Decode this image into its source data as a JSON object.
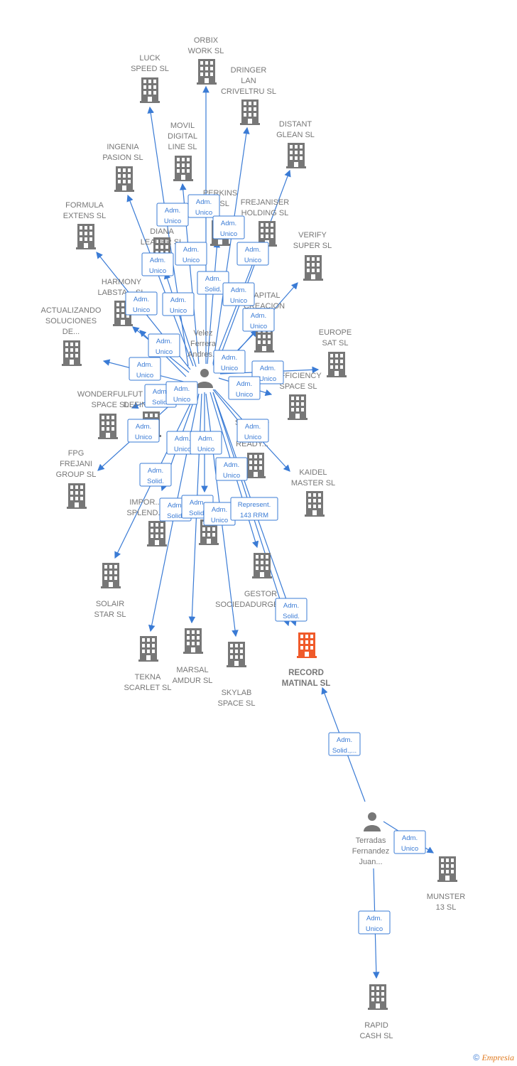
{
  "colors": {
    "edge": "#3a7bd5",
    "building": "#777777",
    "highlight": "#f05a2a",
    "person": "#777777"
  },
  "companies": [
    {
      "id": "luck",
      "lines": [
        "LUCK",
        "SPEED  SL"
      ]
    },
    {
      "id": "orbix",
      "lines": [
        "ORBIX",
        "WORK  SL"
      ]
    },
    {
      "id": "dringer",
      "lines": [
        "DRINGER",
        "LAN",
        "CRIVELTRU SL"
      ]
    },
    {
      "id": "distant",
      "lines": [
        "DISTANT",
        "GLEAN  SL"
      ]
    },
    {
      "id": "movil",
      "lines": [
        "MOVIL",
        "DIGITAL",
        "LINE SL"
      ]
    },
    {
      "id": "ingenia",
      "lines": [
        "INGENIA",
        "PASION  SL"
      ]
    },
    {
      "id": "perkins",
      "lines": [
        "PERKINS",
        "...  SL"
      ]
    },
    {
      "id": "frejaniser",
      "lines": [
        "FREJANISER",
        "HOLDING  SL"
      ]
    },
    {
      "id": "formula",
      "lines": [
        "FORMULA",
        "EXTENS  SL"
      ]
    },
    {
      "id": "diana",
      "lines": [
        "DIANA",
        "LEADER  SL"
      ]
    },
    {
      "id": "verify",
      "lines": [
        "VERIFY",
        "SUPER  SL"
      ]
    },
    {
      "id": "harmony",
      "lines": [
        "HARMONY",
        "LABSTA... SL"
      ]
    },
    {
      "id": "capital",
      "lines": [
        "CAPITAL",
        "CREACION"
      ]
    },
    {
      "id": "actualizando",
      "lines": [
        "ACTUALIZANDO",
        "SOLUCIONES",
        "DE..."
      ]
    },
    {
      "id": "europe",
      "lines": [
        "EUROPE",
        "SAT  SL"
      ]
    },
    {
      "id": "efficiency",
      "lines": [
        "EFFICIENCY",
        "SPACE  SL"
      ]
    },
    {
      "id": "wonderful",
      "lines": [
        "WONDERFULFUT",
        "SPACE  SL"
      ]
    },
    {
      "id": "defin",
      "lines": [
        "DEFIN..."
      ]
    },
    {
      "id": "ready",
      "lines": [
        "SOLIDAD",
        "U... ...E",
        "READY..."
      ]
    },
    {
      "id": "fpg",
      "lines": [
        "FPG",
        "FREJANI",
        "GROUP  SL"
      ]
    },
    {
      "id": "kaidel",
      "lines": [
        "KAIDEL",
        "MASTER  SL"
      ]
    },
    {
      "id": "import",
      "lines": [
        "IMPOR...",
        "SPLEND..."
      ]
    },
    {
      "id": "splend2",
      "lines": []
    },
    {
      "id": "solair",
      "lines": [
        "SOLAIR",
        "STAR  SL"
      ]
    },
    {
      "id": "gestor",
      "lines": [
        "GESTOR",
        "SOCIEDADURGENTE SL"
      ]
    },
    {
      "id": "tekna",
      "lines": [
        "TEKNA",
        "SCARLET  SL"
      ]
    },
    {
      "id": "marsal",
      "lines": [
        "MARSAL",
        "AMDUR  SL"
      ]
    },
    {
      "id": "skylab",
      "lines": [
        "SKYLAB",
        "SPACE  SL"
      ]
    },
    {
      "id": "record",
      "lines": [
        "RECORD",
        "MATINAL  SL"
      ],
      "highlight": true
    },
    {
      "id": "munster",
      "lines": [
        "MUNSTER",
        "13  SL"
      ]
    },
    {
      "id": "rapid",
      "lines": [
        "RAPID",
        "CASH SL"
      ]
    }
  ],
  "persons": [
    {
      "id": "velez",
      "lines": [
        "Velez",
        "Ferrera",
        "Andres..."
      ]
    },
    {
      "id": "terradas",
      "lines": [
        "Terradas",
        "Fernandez",
        "Juan..."
      ]
    }
  ],
  "edges": [
    {
      "from": "velez",
      "to": "luck",
      "label": [
        "Adm.",
        "Unico"
      ]
    },
    {
      "from": "velez",
      "to": "orbix",
      "label": [
        "Adm.",
        "Unico"
      ]
    },
    {
      "from": "velez",
      "to": "dringer",
      "label": [
        "Adm.",
        "Unico"
      ]
    },
    {
      "from": "velez",
      "to": "distant",
      "label": [
        "Adm.",
        "Unico"
      ]
    },
    {
      "from": "velez",
      "to": "movil",
      "label": [
        "Adm.",
        "Unico"
      ]
    },
    {
      "from": "velez",
      "to": "ingenia",
      "label": [
        "Adm.",
        "Unico"
      ]
    },
    {
      "from": "velez",
      "to": "perkins",
      "label": [
        "Adm.",
        "Solid."
      ]
    },
    {
      "from": "velez",
      "to": "frejaniser",
      "label": [
        "Adm.",
        "Unico"
      ]
    },
    {
      "from": "velez",
      "to": "formula",
      "label": [
        "Adm.",
        "Unico"
      ]
    },
    {
      "from": "velez",
      "to": "diana",
      "label": [
        "Adm.",
        "Unico"
      ]
    },
    {
      "from": "velez",
      "to": "verify",
      "label": [
        "Adm.",
        "Unico"
      ]
    },
    {
      "from": "velez",
      "to": "harmony",
      "label": [
        "Adm.",
        "Unico"
      ]
    },
    {
      "from": "velez",
      "to": "capital",
      "label": [
        "Adm.",
        "Unico"
      ]
    },
    {
      "from": "velez",
      "to": "actualizando",
      "label": [
        "Adm.",
        "Unico"
      ]
    },
    {
      "from": "velez",
      "to": "europe",
      "label": [
        "Adm.",
        "Unico"
      ]
    },
    {
      "from": "velez",
      "to": "efficiency",
      "label": [
        "Adm.",
        "Unico"
      ]
    },
    {
      "from": "velez",
      "to": "wonderful",
      "label": [
        "Adm.",
        "Solid."
      ]
    },
    {
      "from": "velez",
      "to": "defin",
      "label": [
        "Adm.",
        "Unico"
      ]
    },
    {
      "from": "velez",
      "to": "ready",
      "label": [
        "Adm.",
        "Unico"
      ]
    },
    {
      "from": "velez",
      "to": "fpg",
      "label": [
        "Adm.",
        "Unico"
      ]
    },
    {
      "from": "velez",
      "to": "kaidel",
      "label": [
        "Adm.",
        "Unico"
      ]
    },
    {
      "from": "velez",
      "to": "import",
      "label": [
        "Adm.",
        "Unico"
      ]
    },
    {
      "from": "velez",
      "to": "splend2",
      "label": [
        "Adm.",
        "Unico"
      ]
    },
    {
      "from": "velez",
      "to": "solair",
      "label": [
        "Adm.",
        "Solid."
      ]
    },
    {
      "from": "velez",
      "to": "tekna",
      "label": [
        "Adm.",
        "Solid."
      ]
    },
    {
      "from": "velez",
      "to": "marsal",
      "label": [
        "Adm.",
        "Solid."
      ]
    },
    {
      "from": "velez",
      "to": "skylab",
      "label": [
        "Adm.",
        "Unico"
      ]
    },
    {
      "from": "velez",
      "to": "gestor",
      "label": [
        "Adm.",
        "Unico"
      ]
    },
    {
      "from": "velez",
      "to": "record",
      "label": [
        "Represent.",
        "143 RRM"
      ]
    },
    {
      "from": "velez",
      "to": "record",
      "label": [
        "Adm.",
        "Solid."
      ]
    },
    {
      "from": "terradas",
      "to": "record",
      "label": [
        "Adm.",
        "Solid.,..."
      ]
    },
    {
      "from": "terradas",
      "to": "munster",
      "label": [
        "Adm.",
        "Unico"
      ]
    },
    {
      "from": "terradas",
      "to": "rapid",
      "label": [
        "Adm.",
        "Unico"
      ]
    }
  ],
  "footer": {
    "copyright": "©",
    "brand": "Empresia"
  }
}
